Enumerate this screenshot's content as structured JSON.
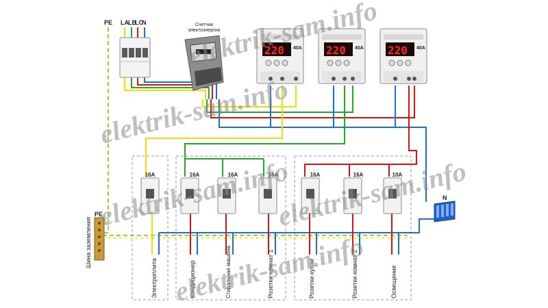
{
  "inputs": {
    "pe": "PE",
    "la": "LA",
    "lb": "LB",
    "lc": "LC",
    "n": "N"
  },
  "meter": {
    "title_line1": "Счетчик",
    "title_line2": "электоэнергии"
  },
  "relays": [
    {
      "display": "220",
      "rating": "40A"
    },
    {
      "display": "220",
      "rating": "40A"
    },
    {
      "display": "220",
      "rating": "40A"
    }
  ],
  "breakers": [
    {
      "rating": "16A",
      "label": "Электроплита"
    },
    {
      "rating": "16A",
      "label": "Кондиционер"
    },
    {
      "rating": "16A",
      "label": "Стиральная машина"
    },
    {
      "rating": "16A",
      "label": "Розетки комнат 1"
    },
    {
      "rating": "16A",
      "label": "Розетки кухни"
    },
    {
      "rating": "16A",
      "label": "Розетки комнат 2"
    },
    {
      "rating": "10A",
      "label": "Освещение"
    }
  ],
  "ground_bus": {
    "pe": "PE",
    "label": "Шина заземления"
  },
  "neutral_bus": {
    "n": "N"
  },
  "watermark": "elektrik-sam.info",
  "colors": {
    "yellow": "#f0e000",
    "green": "#22aa22",
    "red": "#e01010",
    "blue": "#1a6fd8",
    "pe_dash": "#9bd22a"
  }
}
